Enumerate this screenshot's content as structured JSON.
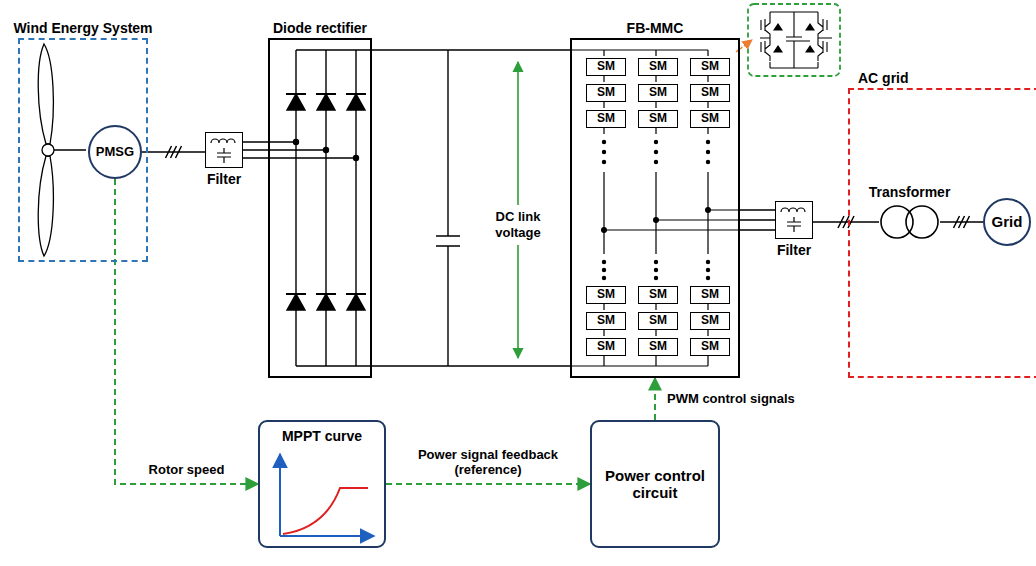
{
  "diagram": {
    "nodes": [
      {
        "text": [
          "Wind Energy System"
        ]
      },
      {
        "text": [
          "PMSG"
        ],
        "in": 0
      },
      {
        "text": [
          "Filter"
        ]
      },
      {
        "text": [
          "Diode rectifier"
        ]
      },
      {
        "text": [
          "FB-MMC"
        ]
      },
      {
        "text": [
          "SM"
        ],
        "in": 4
      },
      {
        "text": [
          "SM"
        ],
        "in": 4
      },
      {
        "text": [
          "SM"
        ],
        "in": 4
      },
      {
        "text": [
          "SM"
        ],
        "in": 4
      },
      {
        "text": [
          "SM"
        ],
        "in": 4
      },
      {
        "text": [
          "SM"
        ],
        "in": 4
      },
      {
        "text": [
          "SM"
        ],
        "in": 4
      },
      {
        "text": [
          "SM"
        ],
        "in": 4
      },
      {
        "text": [
          "SM"
        ],
        "in": 4
      },
      {
        "text": [
          "SM"
        ],
        "in": 4
      },
      {
        "text": [
          "SM"
        ],
        "in": 4
      },
      {
        "text": [
          "SM"
        ],
        "in": 4
      },
      {
        "text": [
          "SM"
        ],
        "in": 4
      },
      {
        "text": [
          "SM"
        ],
        "in": 4
      },
      {
        "text": [
          "SM"
        ],
        "in": 4
      },
      {
        "text": [
          "SM"
        ],
        "in": 4
      },
      {
        "text": [
          "SM"
        ],
        "in": 4
      },
      {
        "text": [
          "SM"
        ],
        "in": 4
      },
      {
        "text": [
          "Filter"
        ]
      },
      {
        "text": [
          "AC grid"
        ]
      },
      {
        "text": [
          "Transformer"
        ],
        "in": 24
      },
      {
        "text": [
          "Grid"
        ],
        "in": 24
      },
      {
        "text": [
          "MPPT curve"
        ]
      },
      {
        "text": [
          "Power control circuit"
        ]
      }
    ],
    "edges": [
      {
        "from": 1,
        "to": 2,
        "arrow": "none"
      },
      {
        "from": 2,
        "to": 3,
        "arrow": "none"
      },
      {
        "from": 3,
        "to": 4,
        "arrow": "none"
      },
      {
        "from": 4,
        "to": 23,
        "arrow": "none"
      },
      {
        "from": 23,
        "to": 25,
        "arrow": "none"
      },
      {
        "from": 25,
        "to": 26,
        "arrow": "none"
      },
      {
        "from": 1,
        "to": 27,
        "label": "Rotor speed",
        "arrow": "to"
      },
      {
        "from": 27,
        "to": 28,
        "label": "Power signal feedback (reference)",
        "arrow": "to"
      },
      {
        "from": 28,
        "to": 4,
        "label": "PWM control signals",
        "arrow": "to"
      }
    ],
    "labels": [
      "DC link voltage"
    ]
  }
}
